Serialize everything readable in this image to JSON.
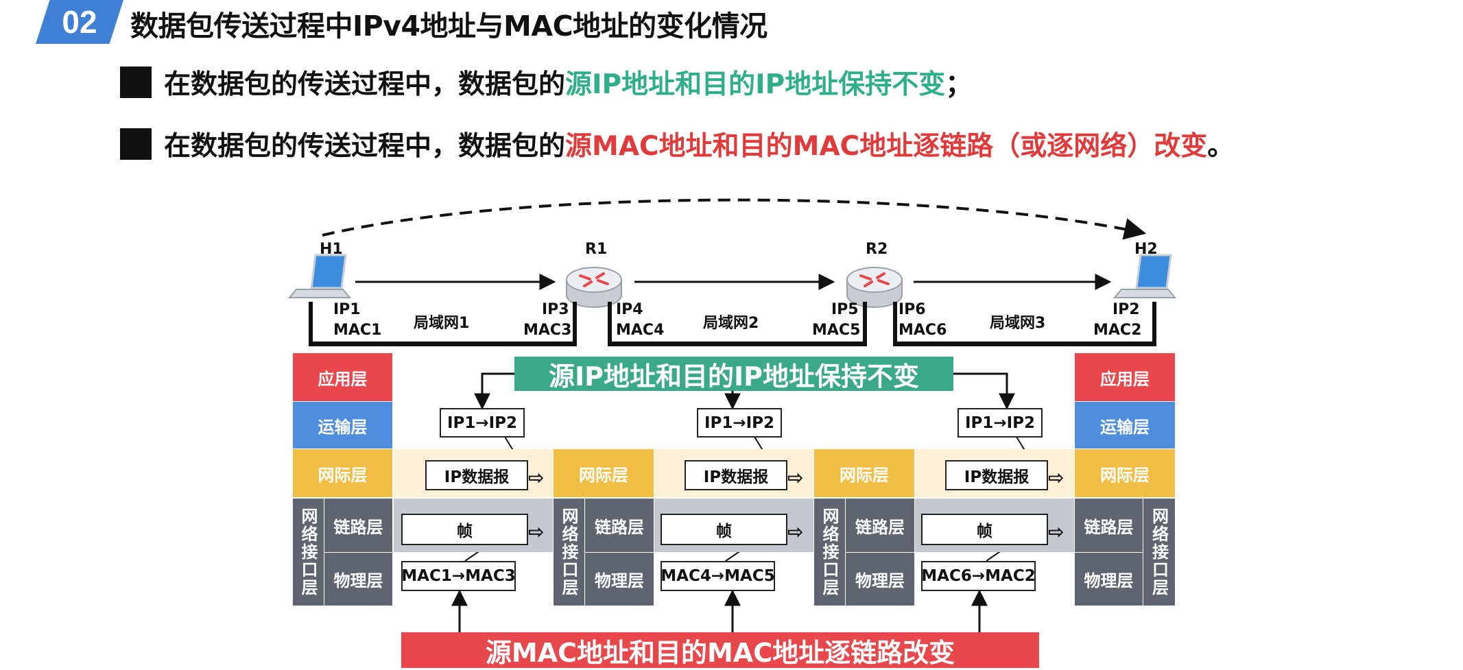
{
  "header": {
    "section_number": "02",
    "title": "数据包传送过程中IPv4地址与MAC地址的变化情况"
  },
  "bullets": [
    {
      "prefix": "在数据包的传送过程中，数据包的",
      "highlight": "源IP地址和目的IP地址保持不变",
      "suffix": "；",
      "highlight_color": "#2fae8a"
    },
    {
      "prefix": "在数据包的传送过程中，数据包的",
      "highlight": "源MAC地址和目的MAC地址逐链路（或逐网络）改变",
      "suffix": "。",
      "highlight_color": "#e03a3a"
    }
  ],
  "topology": {
    "nodes": [
      {
        "id": "H1",
        "label": "H1",
        "icon": "laptop-icon"
      },
      {
        "id": "R1",
        "label": "R1",
        "icon": "router-icon"
      },
      {
        "id": "R2",
        "label": "R2",
        "icon": "router-icon"
      },
      {
        "id": "H2",
        "label": "H2",
        "icon": "laptop-icon"
      }
    ],
    "networks": [
      {
        "name": "局域网1",
        "left_ip": "IP1",
        "left_mac": "MAC1",
        "right_ip": "IP3",
        "right_mac": "MAC3"
      },
      {
        "name": "局域网2",
        "left_ip": "IP4",
        "left_mac": "MAC4",
        "right_ip": "IP5",
        "right_mac": "MAC5"
      },
      {
        "name": "局域网3",
        "left_ip": "IP6",
        "left_mac": "MAC6",
        "right_ip": "IP2",
        "right_mac": "MAC2"
      }
    ]
  },
  "layers": {
    "application": "应用层",
    "transport": "运输层",
    "internet": "网际层",
    "network_interface": "网络接口层",
    "link": "链路层",
    "physical": "物理层"
  },
  "segments": [
    {
      "ip_pair": "IP1→IP2",
      "ip_datagram": "IP数据报",
      "frame": "帧",
      "mac_pair": "MAC1→MAC3"
    },
    {
      "ip_pair": "IP1→IP2",
      "ip_datagram": "IP数据报",
      "frame": "帧",
      "mac_pair": "MAC4→MAC5"
    },
    {
      "ip_pair": "IP1→IP2",
      "ip_datagram": "IP数据报",
      "frame": "帧",
      "mac_pair": "MAC6→MAC2"
    }
  ],
  "banners": {
    "ip_unchanged": "源IP地址和目的IP地址保持不变",
    "mac_changes": "源MAC地址和目的MAC地址逐链路改变"
  },
  "colors": {
    "badge": "#3f7fd6",
    "application": "#e8474c",
    "transport": "#4f8edc",
    "internet": "#f2bd43",
    "interface": "#5f6470",
    "ip_banner": "#3aa987",
    "mac_banner": "#e8474c"
  }
}
